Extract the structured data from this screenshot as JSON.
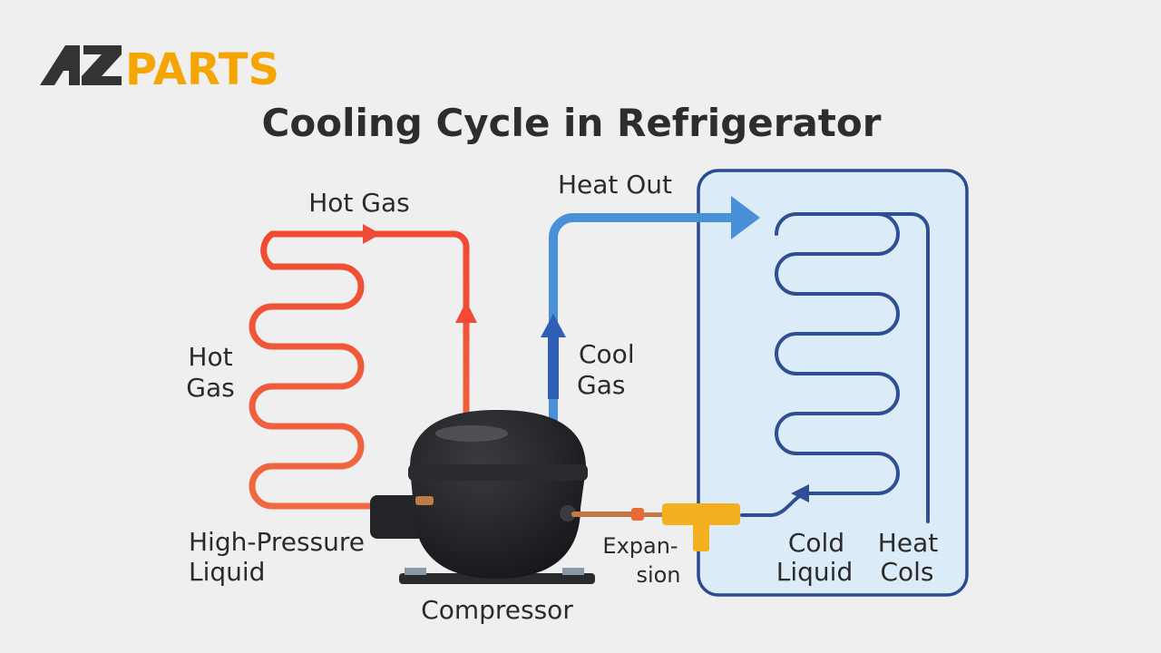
{
  "logo": {
    "prefix": "AZ",
    "suffix": "PARTS",
    "prefix_color": "#333333",
    "suffix_color": "#f5a500"
  },
  "title": "Cooling Cycle in Refrigerator",
  "labels": {
    "hot_gas_top": "Hot Gas",
    "hot_gas_side_1": "Hot",
    "hot_gas_side_2": "Gas",
    "high_pressure_1": "High-Pressure",
    "high_pressure_2": "Liquid",
    "compressor": "Compressor",
    "heat_out": "Heat Out",
    "cool_gas_1": "Cool",
    "cool_gas_2": "Gas",
    "expansion_1": "Expan-",
    "expansion_2": "sion",
    "cold_liquid_1": "Cold",
    "cold_liquid_2": "Liquid",
    "heat_coils_1": "Heat",
    "heat_coils_2": "Cols"
  },
  "colors": {
    "hot_line": "#ef4a35",
    "cool_line": "#4a90d9",
    "coil_line": "#2f4f94",
    "fridge_fill": "#dcebf8",
    "fridge_border": "#2b4a8f",
    "compressor": "#1e1f22",
    "valve": "#f5b020",
    "copper": "#c07a45",
    "heat_coils_text": "#2a55a5"
  }
}
